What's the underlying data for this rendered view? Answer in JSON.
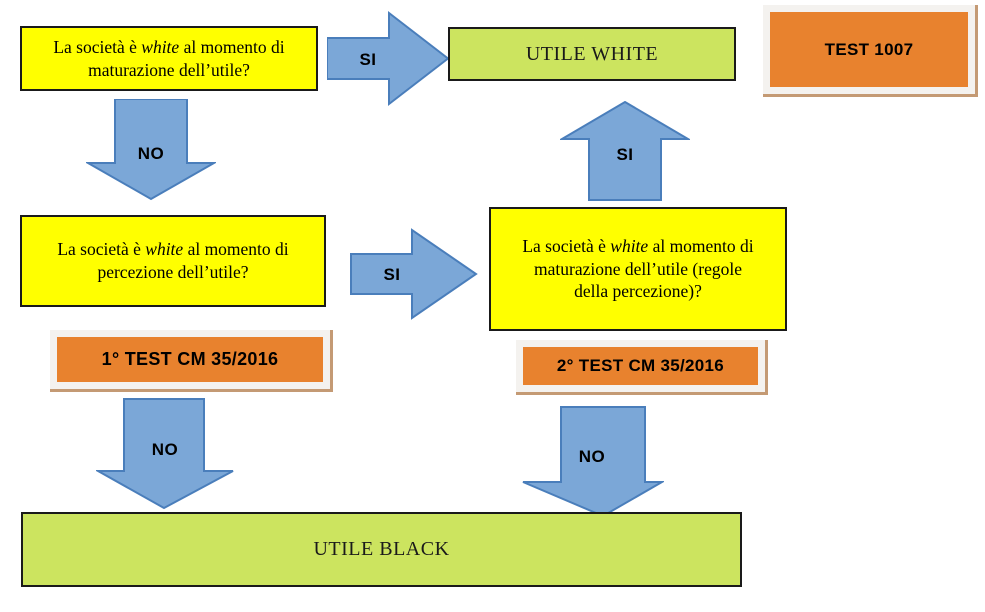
{
  "diagram": {
    "title_text_lang": "it",
    "colors": {
      "yellow": "#FFFF00",
      "green": "#CCE45F",
      "orange": "#E8822E",
      "arrow_blue": "#7BA7D7",
      "arrow_blue_stroke": "#4A7EBB",
      "shadow_tan": "#C49A74",
      "frame_white": "#F4F2EF",
      "outline_black": "#1A1A1A"
    },
    "nodes": {
      "q1": {
        "label_line1_a": "La società è ",
        "label_line1_italic": "white",
        "label_line1_b": " al momento di",
        "label_line2": "maturazione dell’utile?"
      },
      "q2": {
        "label_line1_a": "La società è ",
        "label_line1_italic": "white",
        "label_line1_b": " al momento di",
        "label_line2": "percezione dell’utile?"
      },
      "q3": {
        "label_line1_a": "La società è ",
        "label_line1_italic": "white",
        "label_line1_b": " al momento di",
        "label_line2": "maturazione dell’utile (regole",
        "label_line3": "della percezione)?"
      },
      "utile_white": {
        "label": "UTILE WHITE"
      },
      "utile_black": {
        "label": "UTILE BLACK"
      },
      "test_1007": {
        "label": "TEST 1007"
      },
      "test_cm_1": {
        "label": "1° TEST CM 35/2016"
      },
      "test_cm_2": {
        "label": "2° TEST CM 35/2016"
      }
    },
    "edges": {
      "q1_to_white": {
        "label": "SI",
        "direction": "right"
      },
      "q1_to_q2": {
        "label": "NO",
        "direction": "down"
      },
      "q2_to_q3": {
        "label": "SI",
        "direction": "right"
      },
      "q3_to_white": {
        "label": "SI",
        "direction": "up"
      },
      "q2_to_black": {
        "label": "NO",
        "direction": "down"
      },
      "q3_to_black": {
        "label": "NO",
        "direction": "down"
      }
    }
  }
}
